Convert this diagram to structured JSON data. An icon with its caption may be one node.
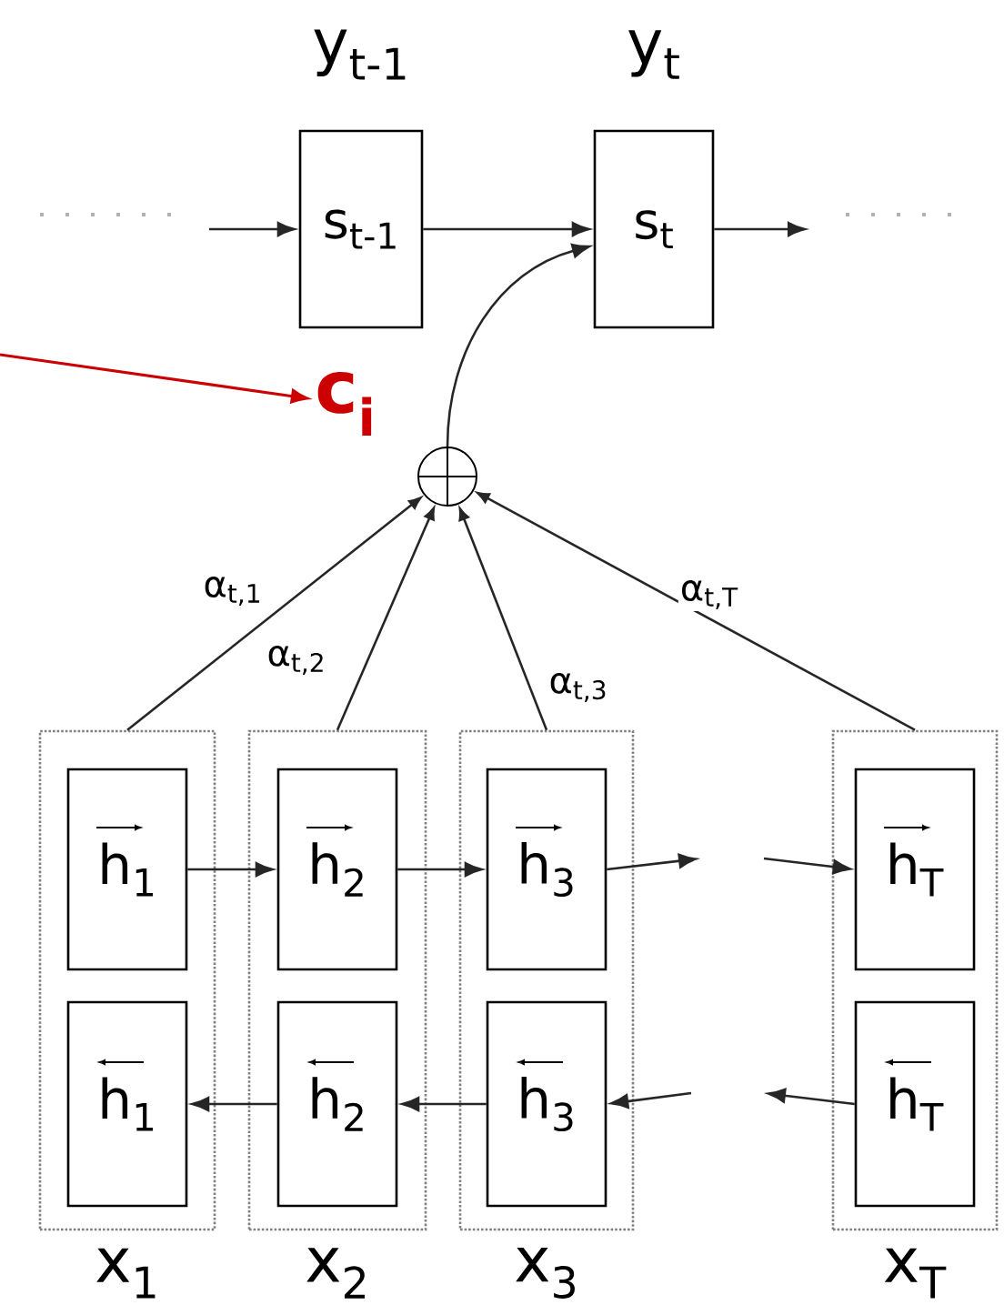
{
  "diagram": {
    "nodes": [
      {
        "text": [
          "y$_{t-1}$",
          "s$_{t-1}$"
        ]
      },
      {
        "text": [
          "y$_{t}$",
          "s$_{t}$"
        ]
      },
      {
        "text": [],
        "shape": "circle"
      },
      {
        "text": [
          "x$_{1}$"
        ]
      },
      {
        "text": [
          "h$_{1}$"
        ],
        "in": 3
      },
      {
        "text": [
          "h$_{1}$"
        ],
        "in": 3
      },
      {
        "text": [
          "x$_{2}$"
        ]
      },
      {
        "text": [
          "h$_{2}$"
        ],
        "in": 6
      },
      {
        "text": [
          "h$_{2}$"
        ],
        "in": 6
      },
      {
        "text": [
          "x$_{3}$"
        ]
      },
      {
        "text": [
          "h$_{3}$"
        ],
        "in": 9
      },
      {
        "text": [
          "h$_{3}$"
        ],
        "in": 9
      },
      {
        "text": [
          "x$_{T}$"
        ]
      },
      {
        "text": [
          "h$_{T}$"
        ],
        "in": 12
      },
      {
        "text": [
          "h$_{T}$"
        ],
        "in": 12
      },
      {
        "text": [
          "c$_{i}$"
        ]
      }
    ],
    "edges": [
      {
        "from": null,
        "to": 0,
        "arrow": "to"
      },
      {
        "from": 0,
        "to": 1,
        "arrow": "to"
      },
      {
        "from": 1,
        "to": null,
        "arrow": "to"
      },
      {
        "from": 2,
        "to": 1,
        "arrow": "to"
      },
      {
        "from": 3,
        "to": 2,
        "arrow": "to",
        "label": "α$_{t,1}$"
      },
      {
        "from": 6,
        "to": 2,
        "arrow": "to",
        "label": "α$_{t,2}$"
      },
      {
        "from": 9,
        "to": 2,
        "arrow": "to",
        "label": "α$_{t,3}$"
      },
      {
        "from": 12,
        "to": 2,
        "arrow": "to",
        "label": "α$_{t,T}$"
      },
      {
        "from": 4,
        "to": 7,
        "arrow": "to"
      },
      {
        "from": 7,
        "to": 10,
        "arrow": "to"
      },
      {
        "from": 10,
        "to": null,
        "arrow": "to"
      },
      {
        "from": null,
        "to": 13,
        "arrow": "to"
      },
      {
        "from": 14,
        "to": null,
        "arrow": "to"
      },
      {
        "from": null,
        "to": 11,
        "arrow": "to"
      },
      {
        "from": 11,
        "to": 8,
        "arrow": "to"
      },
      {
        "from": 8,
        "to": 5,
        "arrow": "to"
      },
      {
        "from": null,
        "to": 15,
        "arrow": "to",
        "color": "#cc0000"
      }
    ]
  }
}
